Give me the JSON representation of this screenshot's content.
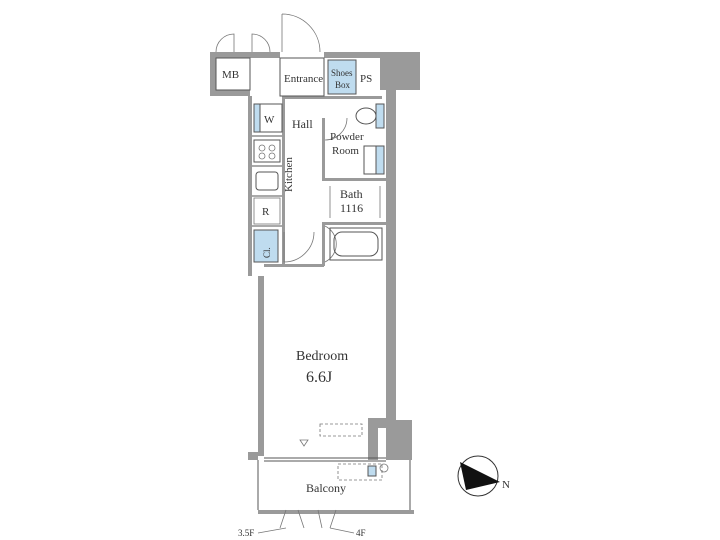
{
  "rooms": {
    "mb": "MB",
    "entrance": "Entrance",
    "shoes_box_line1": "Shoes",
    "shoes_box_line2": "Box",
    "ps": "PS",
    "w": "W",
    "hall": "Hall",
    "powder_line1": "Powder",
    "powder_line2": "Room",
    "kitchen": "Kitchen",
    "bath": "Bath",
    "bath_size": "1116",
    "r": "R",
    "cl": "Cl.",
    "bedroom": "Bedroom",
    "bedroom_size": "6.6J",
    "balcony": "Balcony"
  },
  "floor_labels": {
    "left": "3.5F",
    "right": "4F"
  },
  "compass": {
    "label": "N"
  },
  "colors": {
    "wall": "#9a9a9a",
    "fixture_blue": "#bfdcef",
    "line": "#555555"
  }
}
